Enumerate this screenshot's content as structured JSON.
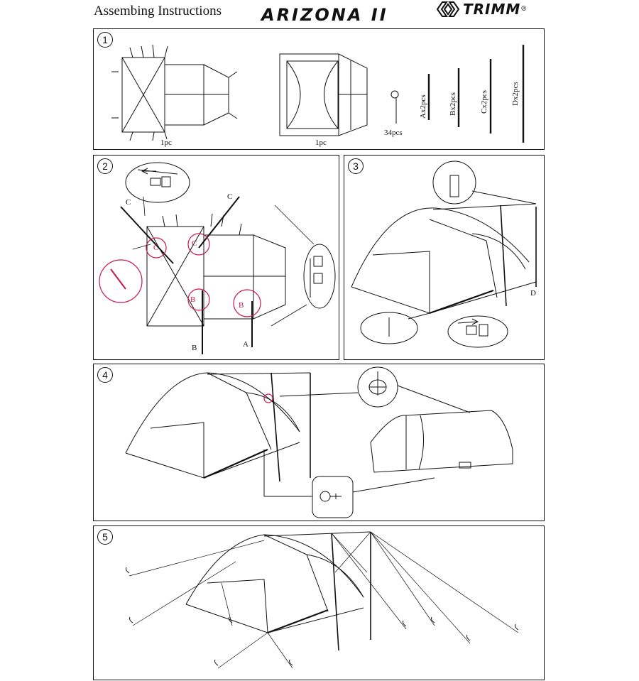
{
  "header": {
    "title": "Assembing Instructions",
    "product": "ARIZONA II",
    "brand": "TRIMM",
    "brand_mark": "®"
  },
  "step1": {
    "number": "1",
    "items": [
      {
        "qty": "1pc",
        "icon": "inner-tent-icon"
      },
      {
        "qty": "1pc",
        "icon": "flysheet-icon"
      },
      {
        "qty": "34pcs",
        "icon": "tent-peg-icon"
      },
      {
        "qty": "Ax2pcs",
        "icon": "pole-a-icon"
      },
      {
        "qty": "Bx2pcs",
        "icon": "pole-b-icon"
      },
      {
        "qty": "Cx2pcs",
        "icon": "pole-c-icon"
      },
      {
        "qty": "Dx2pcs",
        "icon": "pole-d-icon"
      }
    ]
  },
  "step2": {
    "number": "2",
    "pole_labels": {
      "c_left": "C",
      "c_right": "C",
      "b_bottom": "B",
      "a_bottom": "A"
    },
    "callout_labels": {
      "c1": "C",
      "c2": "C",
      "b1": "B",
      "b2": "B"
    }
  },
  "step3": {
    "number": "3",
    "pole_label": "D"
  },
  "step4": {
    "number": "4"
  },
  "step5": {
    "number": "5"
  },
  "colors": {
    "ink": "#111111",
    "highlight": "#c8174a",
    "paper": "#ffffff"
  }
}
